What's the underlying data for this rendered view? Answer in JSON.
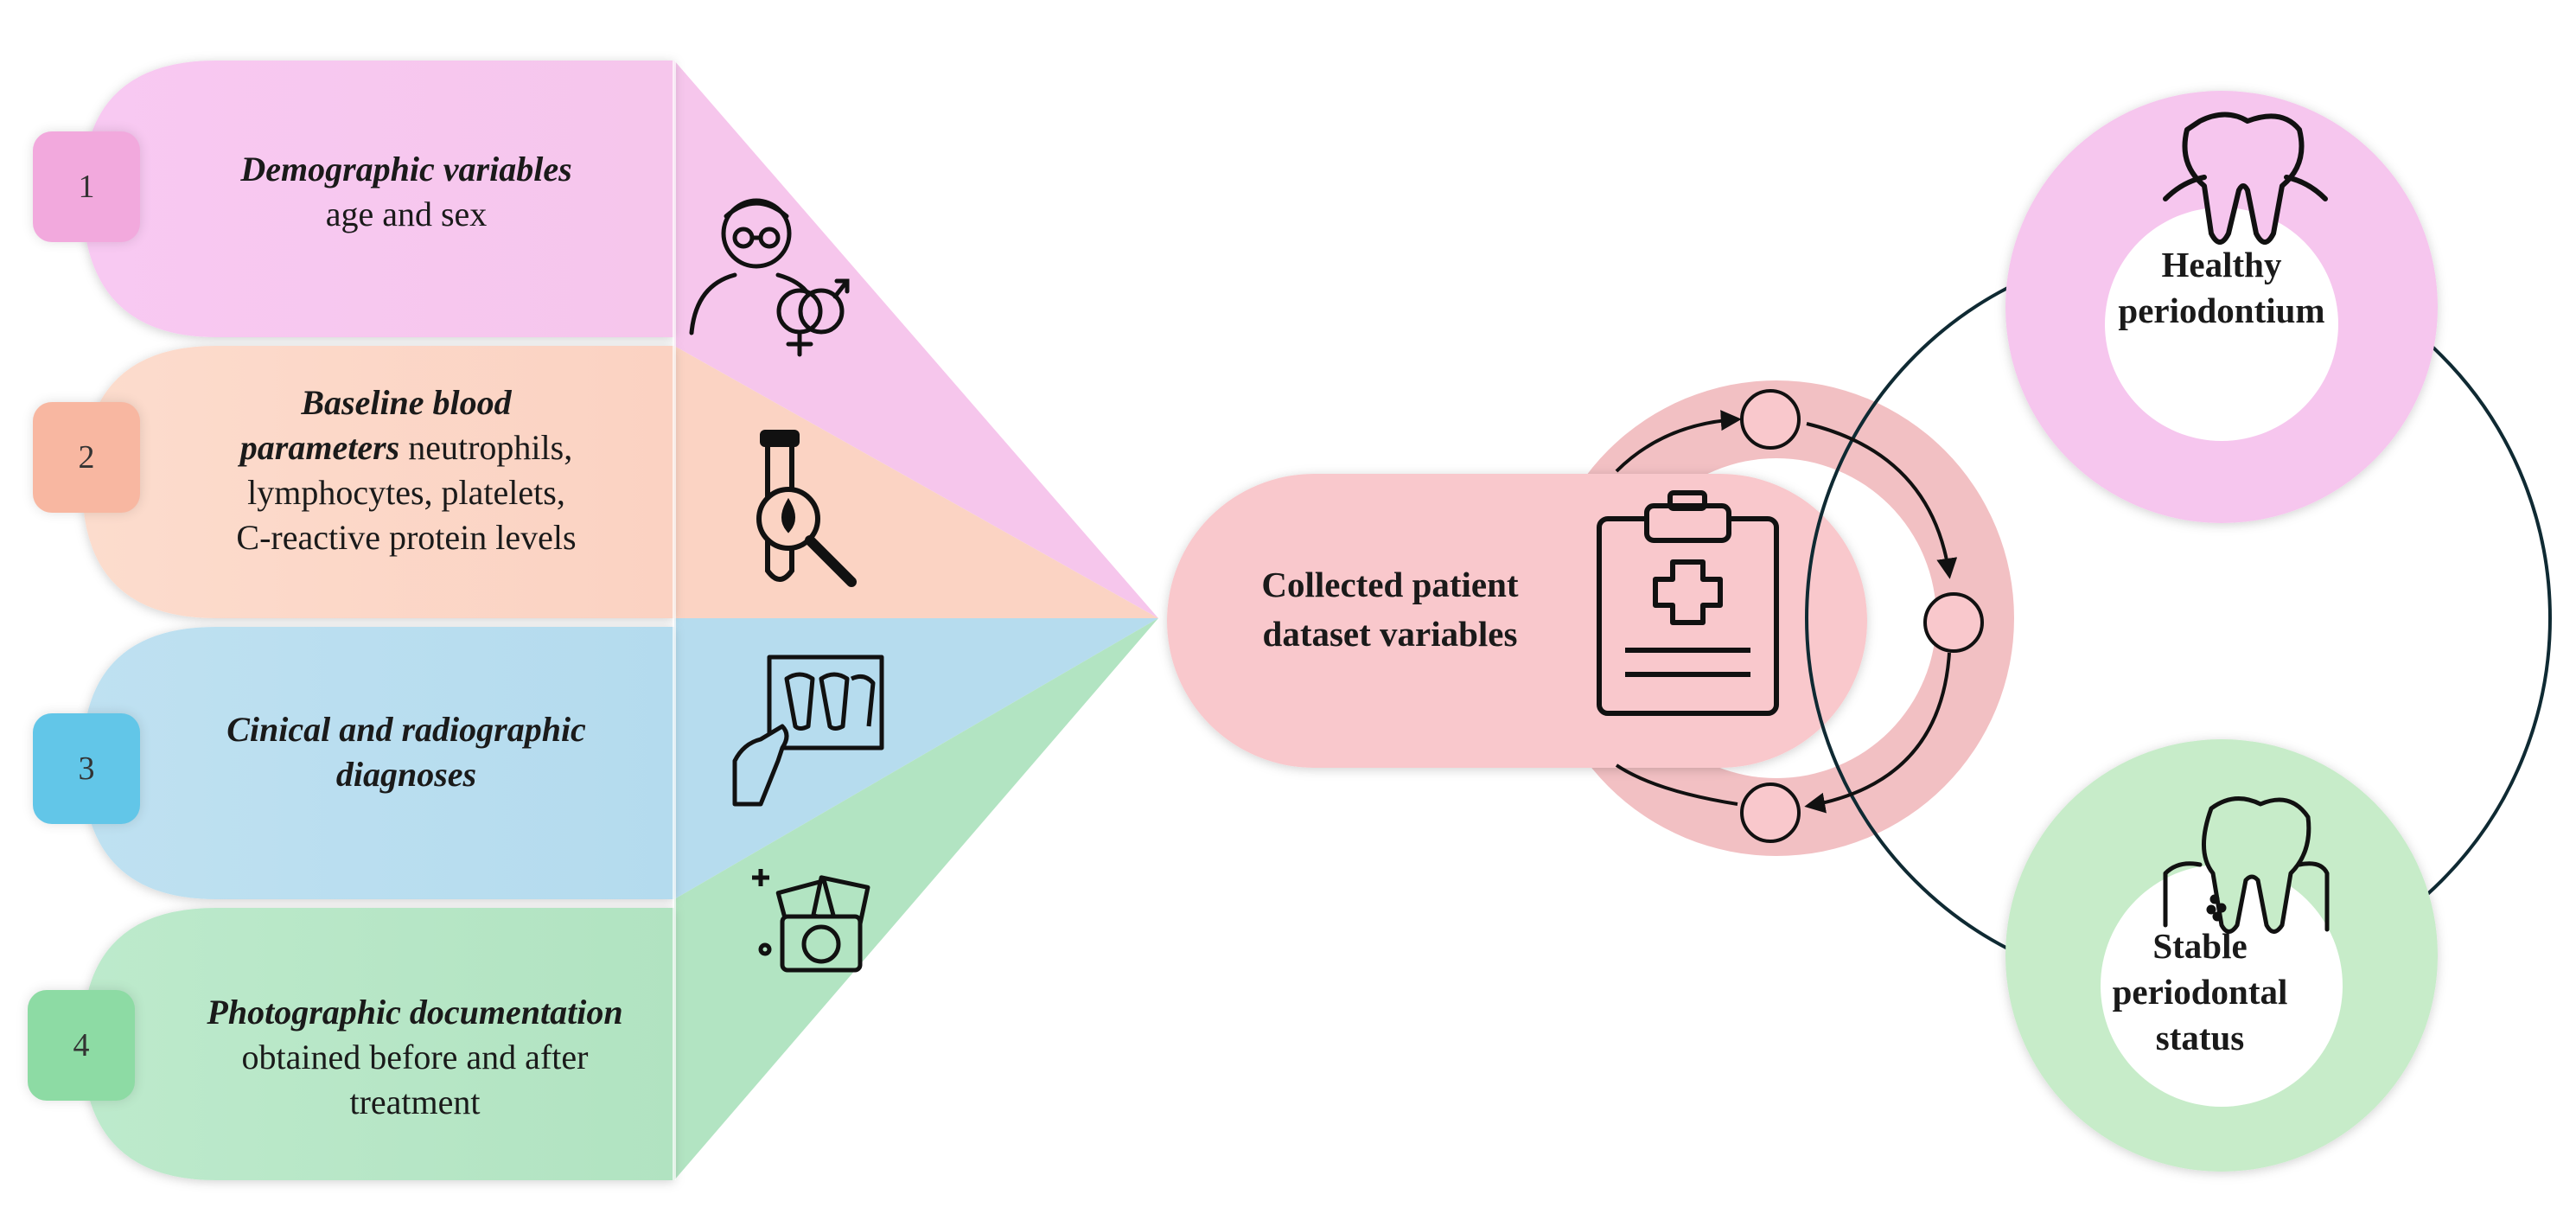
{
  "items": [
    {
      "number": "1",
      "title": "Demographic variables",
      "body": "age and sex",
      "icon": "person-gender-icon",
      "color": "#f6c6ee"
    },
    {
      "number": "2",
      "title_line1": "Baseline blood",
      "title_line2": "parameters",
      "body_line2": "neutrophils,",
      "body_line3": "lymphocytes, platelets,",
      "body_line4": "C-reactive protein levels",
      "icon": "blood-test-tube-magnifier-icon",
      "color": "#fcd6c6"
    },
    {
      "number": "3",
      "title_line1": "Cinical and radiographic",
      "title_line2": "diagnoses",
      "icon": "dental-xray-hand-icon",
      "color": "#b6dcef"
    },
    {
      "number": "4",
      "title": "Photographic documentation",
      "body_line2": "obtained before and after",
      "body_line3": "treatment",
      "icon": "camera-photos-icon",
      "color": "#b4e5c4"
    }
  ],
  "center": {
    "line1": "Collected patient",
    "line2": "dataset variables",
    "icon": "clipboard-medical-icon",
    "color": "#f9c8cc"
  },
  "outcomes": [
    {
      "line1": "Healthy",
      "line2": "periodontium",
      "icon": "healthy-tooth-icon",
      "color": "#f6c6ee"
    },
    {
      "line1": "Stable",
      "line2": "periodontal",
      "line3": "status",
      "icon": "periodontal-tooth-icon",
      "color": "#c7ecc9"
    }
  ],
  "colors": {
    "badge1": "#f09ad6",
    "badge2": "#f9ad94",
    "badge3": "#59c3e6",
    "badge4": "#7fd69a",
    "outline": "#0f2a33",
    "ring": "#f2b3b9"
  }
}
